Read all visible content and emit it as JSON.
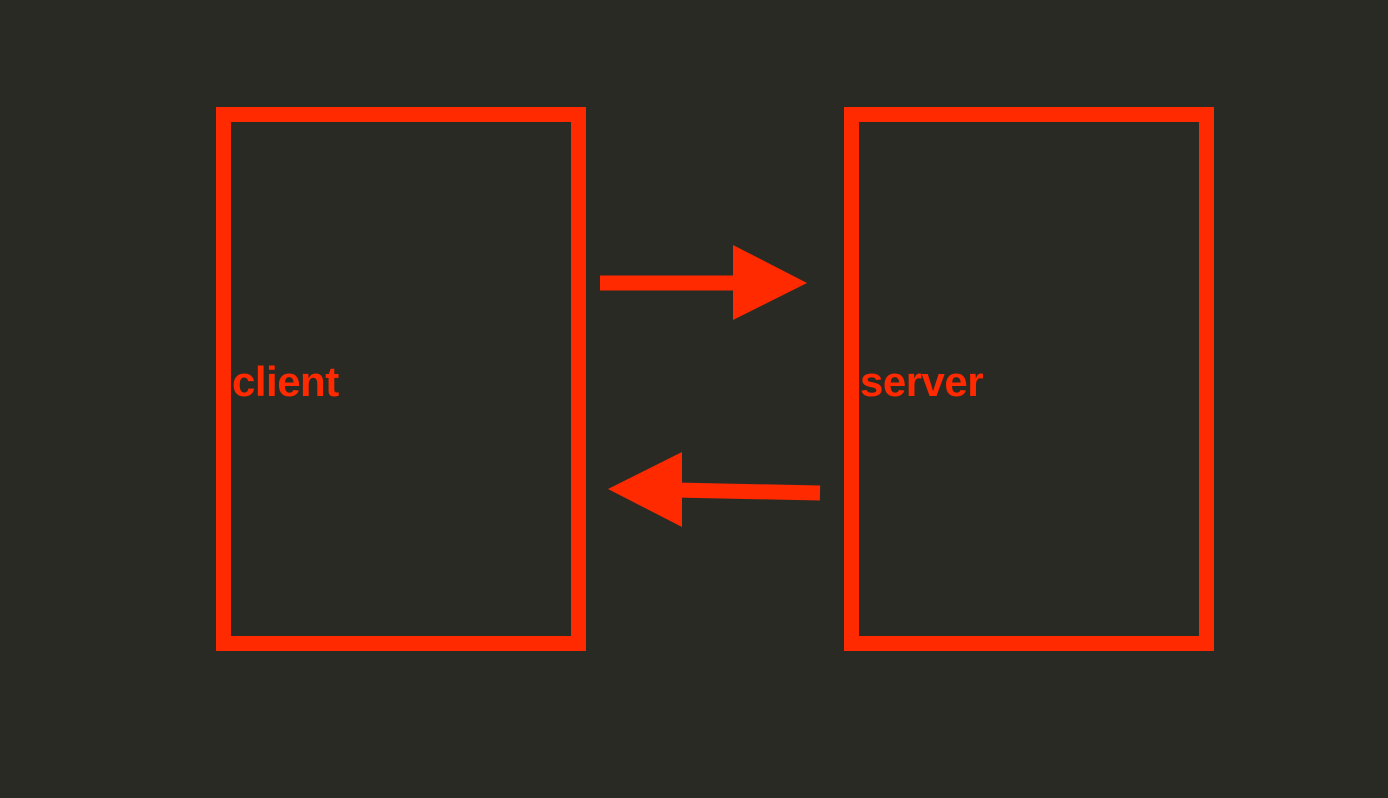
{
  "nodes": {
    "client": {
      "label": "client"
    },
    "server": {
      "label": "server"
    }
  },
  "edges": [
    {
      "from": "client",
      "to": "server"
    },
    {
      "from": "server",
      "to": "client"
    }
  ],
  "colors": {
    "background": "#2a2a24",
    "accent": "#ff2a00"
  }
}
